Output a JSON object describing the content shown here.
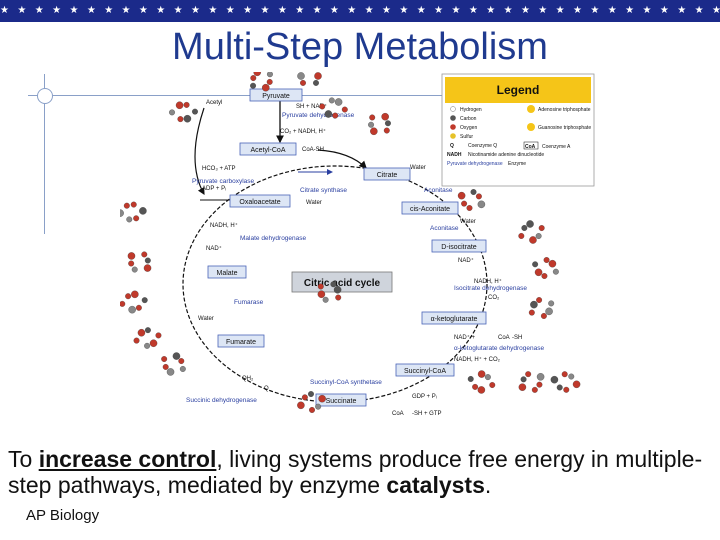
{
  "slide": {
    "title": "Multi-Step Metabolism",
    "caption": {
      "part1": "To ",
      "emphasis1": "increase control",
      "part2": ", living systems produce free energy in multiple-step pathways, mediated by enzyme ",
      "emphasis2": "catalysts",
      "part3": "."
    },
    "footer": "AP Biology"
  },
  "diagram": {
    "center_label": "Citric acid cycle",
    "legend": {
      "title": "Legend",
      "items": [
        "Hydrogen",
        "Carbon",
        "Oxygen",
        "Sulfur",
        "Coenzyme Q",
        "NADH",
        "Nicotinamide adenine dinucleotide",
        "Pyruvate dehydrogenase",
        "Adenosine triphosphate",
        "Guanosine triphosphate",
        "Coenzyme A",
        "Enzyme"
      ],
      "abbrevs": {
        "q": "Q",
        "nadh": "NADH",
        "coa": "CoA"
      }
    },
    "metabolites": {
      "pyruvate": "Pyruvate",
      "acetyl_coa": "Acetyl-CoA",
      "citrate": "Citrate",
      "cis_aconitate": "cis-Aconitate",
      "d_isocitrate": "D-isocitrate",
      "ketoglutarate": "α-ketoglutarate",
      "succinyl_coa": "Succinyl-CoA",
      "succinate": "Succinate",
      "fumarate": "Fumarate",
      "malate": "Malate",
      "oxaloacetate": "Oxaloacetate"
    },
    "enzymes": {
      "pyruvate_dh": "Pyruvate dehydrogenase",
      "pyruvate_carboxylase": "Pyruvate carboxylase",
      "citrate_synthase": "Citrate synthase",
      "aconitase1": "Aconitase",
      "aconitase2": "Aconitase",
      "isocitrate_dh": "Isocitrate dehydrogenase",
      "akg_dh": "α-ketoglutarate dehydrogenase",
      "succinyl_coa_synthetase": "Succinyl-CoA synthetase",
      "succinic_dh": "Succinic dehydrogenase",
      "fumarase": "Fumarase",
      "malate_dh": "Malate dehydrogenase"
    },
    "labels": {
      "acetyl": "Acetyl",
      "sh_nad": "SH + NAD⁺",
      "co2_nadh": "CO₂ + NADH, H⁺",
      "coa_sh": "CoA-SH",
      "hco3_atp": "HCO₃ + ATP",
      "adp_pi": "ADP + Pᵢ",
      "water": "Water",
      "nadh_h": "NADH, H⁺",
      "nad": "NAD⁺",
      "nadh_h_2": "NADH, H⁺",
      "co2": "CO₂",
      "nad_coa": "NAD⁺ +",
      "sh": "-SH",
      "nadh_h_co2": "NADH, H⁺ + CO₂",
      "gdp_pi": "GDP + Pᵢ",
      "sh_gtp": "-SH + GTP",
      "qh2": "QH₂",
      "q": "Q",
      "coa": "CoA"
    }
  }
}
